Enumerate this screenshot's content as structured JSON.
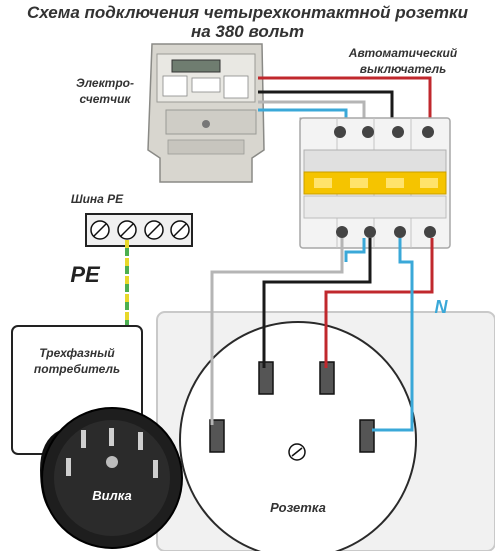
{
  "title": {
    "line1": "Схема подключения четырехконтактной розетки",
    "line2": "на 380 вольт"
  },
  "labels": {
    "meter_line1": "Электро-",
    "meter_line2": "счетчик",
    "breaker_line1": "Автоматический",
    "breaker_line2": "выключатель",
    "bus": "Шина PE",
    "pe": "PE",
    "n": "N",
    "consumer_line1": "Трехфазный",
    "consumer_line2": "потребитель",
    "plug": "Вилка",
    "socket": "Розетка"
  },
  "colors": {
    "phase_red": "#c0282d",
    "phase_black": "#1a1a1a",
    "phase_gray": "#b5b5b5",
    "neutral_blue": "#3aa8d8",
    "pe_yellow": "#e8d82a",
    "pe_green": "#4caf50",
    "breaker_yellow": "#f5c400"
  }
}
